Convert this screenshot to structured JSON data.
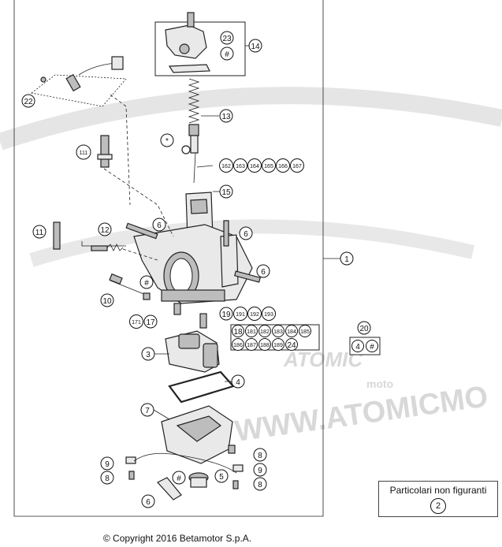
{
  "callouts": {
    "c1": "1",
    "c2": "2",
    "c3": "3",
    "c4": "4",
    "c4b": "4",
    "c5": "5",
    "c6a": "6",
    "c6b": "6",
    "c6c": "6",
    "c6d": "6",
    "c7": "7",
    "c8a": "8",
    "c8b": "8",
    "c8c": "8",
    "c9a": "9",
    "c9b": "9",
    "c10": "10",
    "c11": "11",
    "c12": "12",
    "c13": "13",
    "c14": "14",
    "c15": "15",
    "c17": "17",
    "c18": "18",
    "c19": "19",
    "c20": "20",
    "c22": "22",
    "c23": "23",
    "c24": "24",
    "c111": "111",
    "c171": "171",
    "c162": "162",
    "c163": "163",
    "c164": "164",
    "c165": "165",
    "c166": "166",
    "c167": "167",
    "c181": "181",
    "c182": "182",
    "c183": "183",
    "c184": "184",
    "c185": "185",
    "c186": "186",
    "c187": "187",
    "c188": "188",
    "c189": "189",
    "c191": "191",
    "c192": "192",
    "c193": "193",
    "hash1": "#",
    "hash2": "#",
    "hash3": "#",
    "hash4": "#",
    "star": "*"
  },
  "legend": {
    "title": "Particolari non figuranti",
    "number": "2"
  },
  "watermark": {
    "site": "WWW.ATOMICMO",
    "brand_sub": "moto"
  },
  "copyright": "© Copyright 2016 Betamotor S.p.A.",
  "colors": {
    "line": "#222222",
    "watermark": "#d4d4d4",
    "part_fill": "#e9e9e9"
  }
}
